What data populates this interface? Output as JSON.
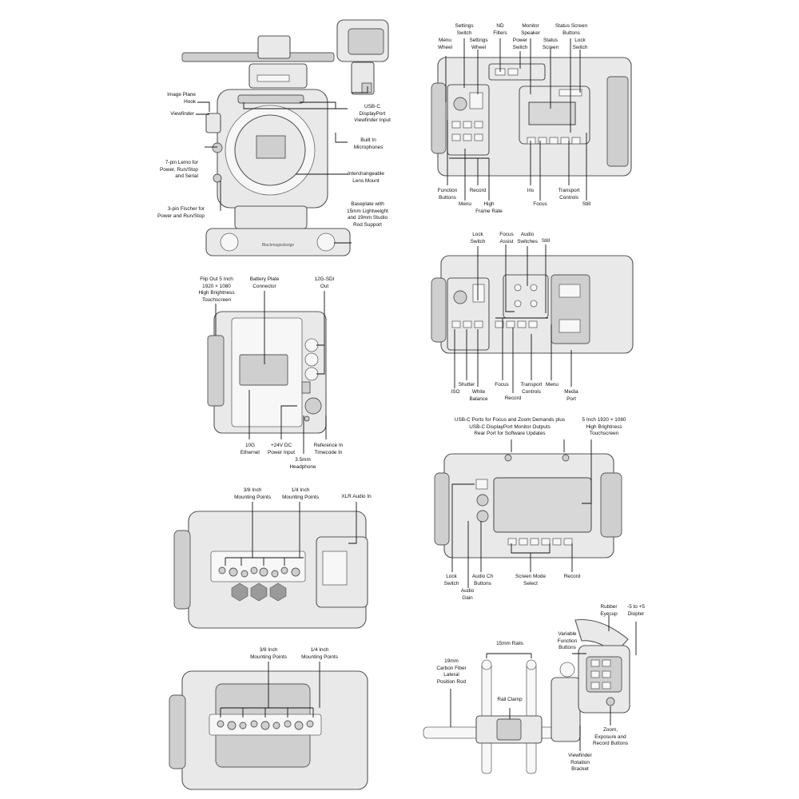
{
  "views": {
    "front": {
      "labels": {
        "image_plane_hook": "Image Plane\nHook",
        "viewfinder": "Viewfinder",
        "lemo": "7-pin Lemo for\nPower, Run/Stop\nand Serial",
        "fischer": "3-pin Fischer for\nPower and Run/Stop",
        "usbc_vf": "USB-C\nDisplayPort\nViewfinder Input",
        "mics": "Built In\nMicrophones",
        "lens_mount": "Interchangeable\nLens Mount",
        "baseplate": "Baseplate with\n15mm Lightweight\nand 19mm Studio\nRod Support"
      }
    },
    "left_side": {
      "labels": {
        "menu_wheel": "Menu\nWheel",
        "settings_switch": "Settings\nSwitch",
        "settings_wheel": "Settings\nWheel",
        "nd_filters": "ND\nFilters",
        "monitor_speaker": "Monitor\nSpeaker",
        "power_switch": "Power\nSwitch",
        "status_screen": "Status\nScreen",
        "status_screen_buttons": "Status Screen\nButtons",
        "lock_switch": "Lock\nSwitch",
        "function_buttons": "Function\nButtons",
        "menu": "Menu",
        "record": "Record",
        "high_frame_rate": "High\nFrame Rate",
        "iris": "Iris",
        "focus": "Focus",
        "transport_controls": "Transport\nControls",
        "still": "Still"
      }
    },
    "rear": {
      "labels": {
        "flip_out": "Flip Out 5 Inch\n1920 × 1080\nHigh Brightness\nTouchscreen",
        "battery_plate": "Battery Plate\nConnector",
        "sdi_out": "12G-SDI\nOut",
        "ethernet": "10G\nEthernet",
        "dc_input": "+24V DC\nPower Input",
        "headphone": "3.5mm\nHeadphone",
        "timecode": "Reference In\nTimecode In"
      }
    },
    "left_open": {
      "labels": {
        "lock_switch": "Lock\nSwitch",
        "focus_assist": "Focus\nAssist",
        "audio_switches": "Audio\nSwitches",
        "still": "Still",
        "iso": "ISO",
        "shutter": "Shutter",
        "white_balance": "White\nBalance",
        "focus": "Focus",
        "record": "Record",
        "transport_controls": "Transport\nControls",
        "menu": "Menu",
        "media_port": "Media\nPort"
      }
    },
    "top": {
      "labels": {
        "mount_38": "3/8 Inch\nMounting Points",
        "mount_14": "1/4 Inch\nMounting Points",
        "xlr": "XLR Audio In"
      }
    },
    "right_side": {
      "labels": {
        "usbc_ports": "USB-C Ports for Focus and Zoom Demands plus\nUSB-C DisplayPort Monitor Outputs\nRear Port for Software Updates",
        "touchscreen": "5 Inch 1920 × 1080\nHigh Brightness\nTouchscreen",
        "lock_switch": "Lock\nSwitch",
        "audio_ch": "Audio Ch\nButtons",
        "audio_gain": "Audio\nGain",
        "screen_mode": "Screen Mode\nSelect",
        "record": "Record"
      }
    },
    "bottom": {
      "labels": {
        "mount_38": "3/8 Inch\nMounting Points",
        "mount_14": "1/4 Inch\nMounting Points"
      }
    },
    "rails": {
      "labels": {
        "rails_15": "15mm Rails",
        "carbon_rod": "19mm\nCarbon Fiber\nLateral\nPosition Rod",
        "rail_clamp": "Rail Clamp"
      }
    },
    "viewfinder": {
      "labels": {
        "eyecup": "Rubber\nEyecup",
        "diopter": "-5 to +5\nDiopter",
        "variable_fn": "Variable\nFunction\nButtons",
        "zoom_buttons": "Zoom,\nExposure and\nRecord Buttons",
        "rotation_bracket": "Viewfinder\nRotation\nBracket"
      }
    }
  },
  "brand": "Blackmagicdesign"
}
